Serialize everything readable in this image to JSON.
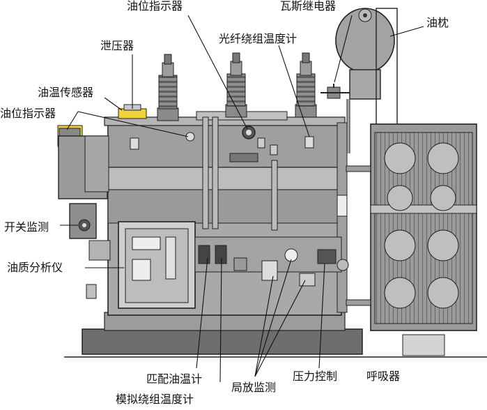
{
  "labels": {
    "oil_level_indicator_top": "油位指示器",
    "gas_relay": "瓦斯继电器",
    "conservator": "油枕",
    "pressure_relief": "泄压器",
    "fiber_optic_temp": "光纤绕组温度计",
    "oil_temp_sensor": "油温传感器",
    "oil_level_indicator_left": "油位指示器",
    "switch_monitor": "开关监测",
    "oil_quality_analyzer": "油质分析仪",
    "matching_oil_temp": "匹配油温计",
    "analog_winding_temp": "模拟绕组温度计",
    "partial_discharge": "局放监测",
    "pressure_control": "压力控制",
    "breather": "呼吸器"
  },
  "colors": {
    "tank": "#a9a9a9",
    "tank_dark": "#7d7d7d",
    "panel": "#c4c4c4",
    "accent_yellow": "#f2d23a",
    "outline": "#222222"
  }
}
